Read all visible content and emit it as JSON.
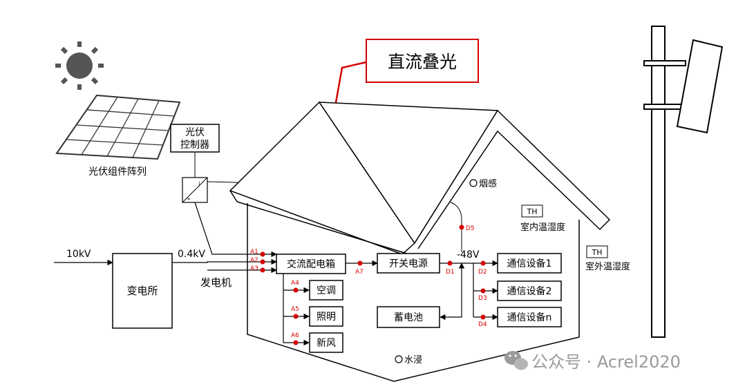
{
  "callout": {
    "label": "直流叠光"
  },
  "solar": {
    "sun_icon": "sun-icon",
    "panel_label": "光伏组件阵列",
    "controller_line1": "光伏",
    "controller_line2": "控制器"
  },
  "grid": {
    "input_voltage": "10kV",
    "substation": "变电所",
    "low_voltage": "0.4kV",
    "generator": "发电机"
  },
  "house": {
    "ac_box": "交流配电箱",
    "rectifier": "开关电源",
    "battery": "蓄电池",
    "dc_voltage": "-48V",
    "loads": [
      "空调",
      "照明",
      "新风"
    ],
    "comm_devices": [
      "通信设备1",
      "通信设备2",
      "通信设备n"
    ],
    "smoke": "烟感",
    "water": "水浸",
    "th_badge": "TH",
    "indoor_th": "室内温湿度",
    "outdoor_th": "室外温湿度"
  },
  "points": {
    "a1": "A1",
    "a2": "A2",
    "a3": "A3",
    "a4": "A4",
    "a5": "A5",
    "a6": "A6",
    "a7": "A7",
    "d1": "D1",
    "d2": "D2",
    "d3": "D3",
    "d4": "D4",
    "d5": "D5"
  },
  "watermark": {
    "text": "公众号 · Acrel2020",
    "icon": "wechat-icon"
  },
  "colors": {
    "accent_red": "#d40000",
    "line": "#000000",
    "watermark": "#9a9a9a"
  }
}
